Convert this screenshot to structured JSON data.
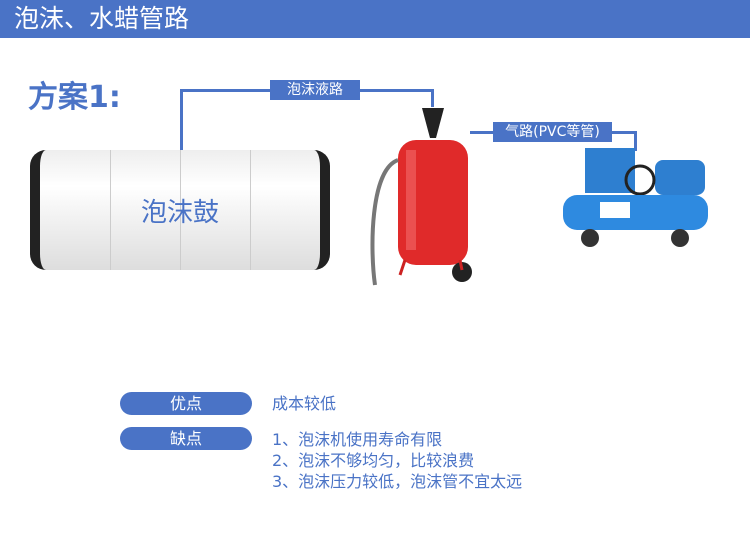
{
  "header": {
    "title": "泡沫、水蜡管路"
  },
  "plan": {
    "title": "方案1:"
  },
  "diagram": {
    "foam_line_label": "泡沫液路",
    "air_line_label": "气路(PVC等管)",
    "drum_label": "泡沫鼓"
  },
  "pros": {
    "label": "优点",
    "items": [
      "成本较低"
    ]
  },
  "cons": {
    "label": "缺点",
    "items": [
      "1、泡沫机使用寿命有限",
      "2、泡沫不够均匀，比较浪费",
      "3、泡沫压力较低，泡沫管不宜太远"
    ]
  }
}
